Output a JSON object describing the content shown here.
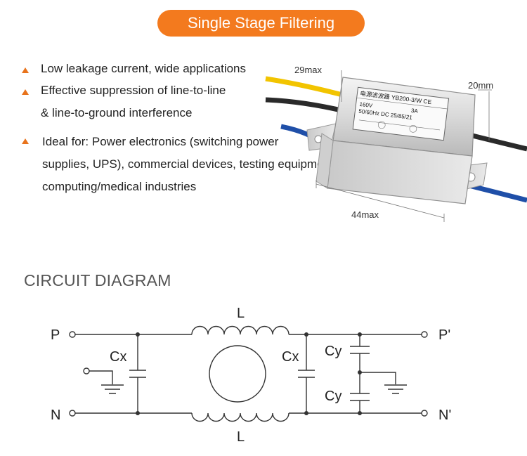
{
  "title": "Single Stage Filtering",
  "features": [
    {
      "lines": [
        "Low leakage current, wide applications"
      ]
    },
    {
      "lines": [
        "Effective suppression of line-to-line",
        "& line-to-ground interference"
      ]
    },
    {
      "lines": [
        "Ideal for: Power electronics (switching power",
        "supplies, UPS), commercial devices, testing equipment,",
        "computing/medical industries"
      ]
    }
  ],
  "product": {
    "dimensions": {
      "top": "29max",
      "height": "20mm",
      "bottom": "44max"
    },
    "label": {
      "line1": "电源滤波器 YB200-3/W CE",
      "line2a": "160V",
      "line2b": "3A",
      "line3": "50/60Hz  DC  25/85/21"
    }
  },
  "circuit": {
    "section_title": "CIRCUIT DIAGRAM",
    "terminals": {
      "p_in": "P",
      "n_in": "N",
      "p_out": "P'",
      "n_out": "N'"
    },
    "inductor_label": "L",
    "cx_label": "Cx",
    "cy_label": "Cy"
  },
  "colors": {
    "accent": "#f37a1e",
    "bullet": "#e8731c",
    "wire_yellow": "#f2c400",
    "wire_blue": "#1f4fa8",
    "wire_black": "#2a2a2a"
  }
}
